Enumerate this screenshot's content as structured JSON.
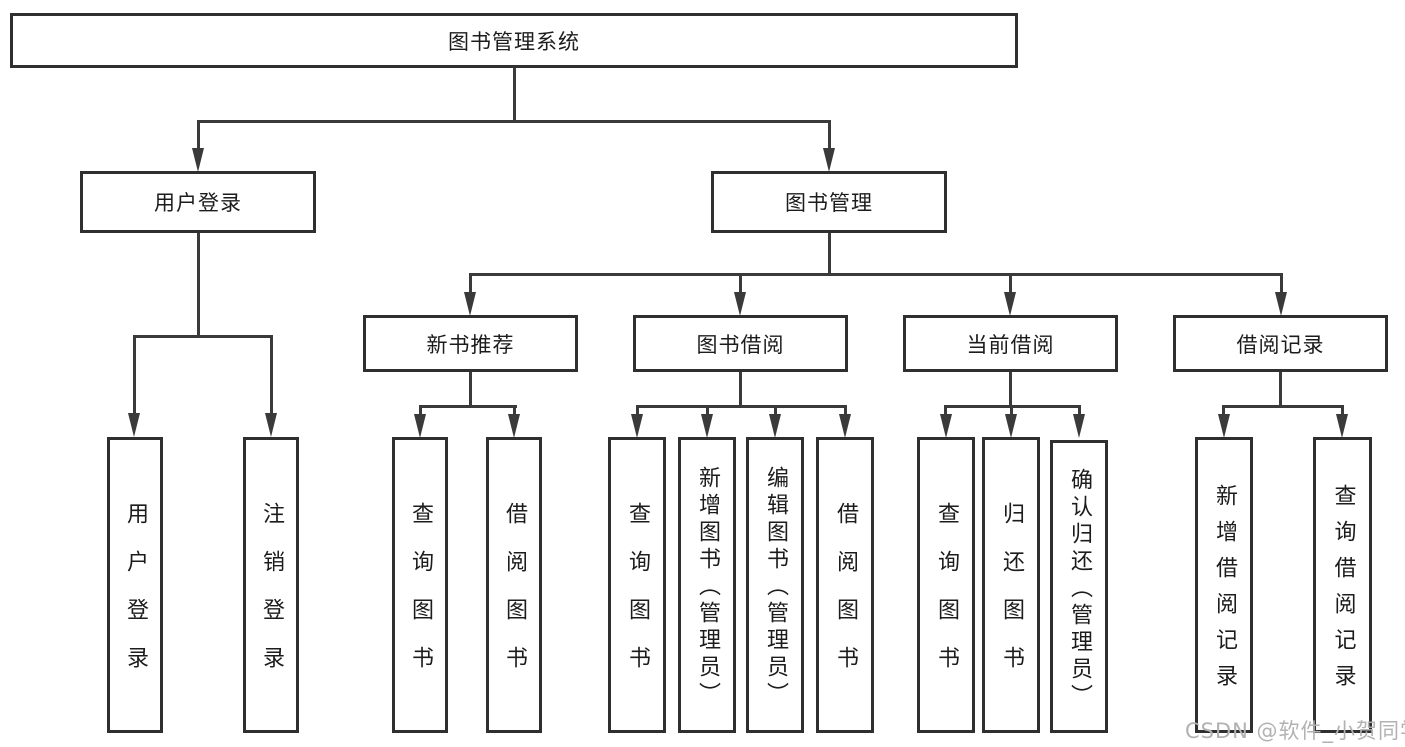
{
  "title": "图书管理系统",
  "colors": {
    "background": "#ffffff",
    "box_border": "#2f2f2f",
    "connector_line": "#3a3a3a",
    "text": "#1c1c1c",
    "watermark": "#b2b2b2"
  },
  "nodes": {
    "root": {
      "label": "图书管理系统"
    },
    "user_login": {
      "label": "用户登录"
    },
    "book_mgmt": {
      "label": "图书管理"
    },
    "login_user": {
      "label": "用户登录"
    },
    "login_logout": {
      "label": "注销登录"
    },
    "new_book": {
      "label": "新书推荐"
    },
    "borrow": {
      "label": "图书借阅"
    },
    "current": {
      "label": "当前借阅"
    },
    "record": {
      "label": "借阅记录"
    },
    "new_book_query": {
      "label": "查询图书"
    },
    "new_book_borrow": {
      "label": "借阅图书"
    },
    "borrow_query": {
      "label": "查询图书"
    },
    "borrow_add": {
      "label": "新增图书（管理员）"
    },
    "borrow_edit": {
      "label": "编辑图书（管理员）"
    },
    "borrow_borrow": {
      "label": "借阅图书"
    },
    "current_query": {
      "label": "查询图书"
    },
    "current_return": {
      "label": "归还图书"
    },
    "current_confirm": {
      "label": "确认归还（管理员）"
    },
    "record_add": {
      "label": "新增借阅记录"
    },
    "record_query": {
      "label": "查询借阅记录"
    }
  },
  "watermark": "CSDN @软件_小贺同学"
}
